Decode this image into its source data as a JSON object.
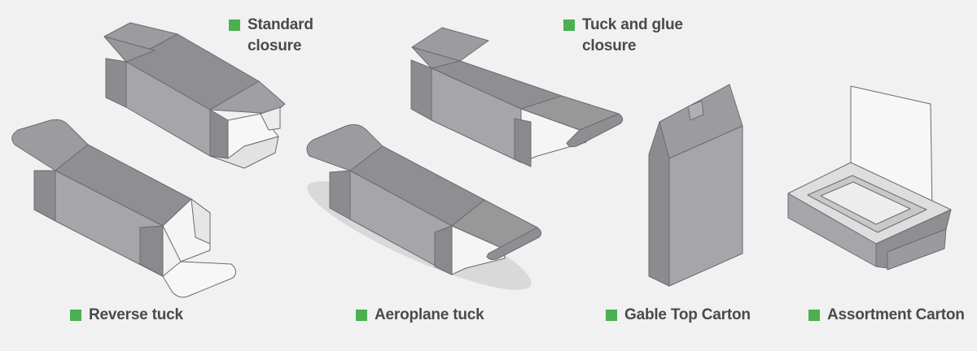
{
  "colors": {
    "marker": "#4caf50",
    "background": "#f1f1f1",
    "box_dark": "#8f8f93",
    "box_mid": "#a2a2a6",
    "box_light": "#b6b6ba",
    "inner_white": "#f7f7f7",
    "outline": "#6b6b70",
    "text": "#4a4a4a"
  },
  "labels": {
    "standard_closure": "Standard\nclosure",
    "tuck_and_glue": "Tuck and glue\nclosure",
    "reverse_tuck": "Reverse tuck",
    "aeroplane_tuck": "Aeroplane tuck",
    "gable_top": "Gable Top Carton",
    "assortment": "Assortment Carton"
  },
  "icons": {
    "marker": "green-square-icon"
  }
}
